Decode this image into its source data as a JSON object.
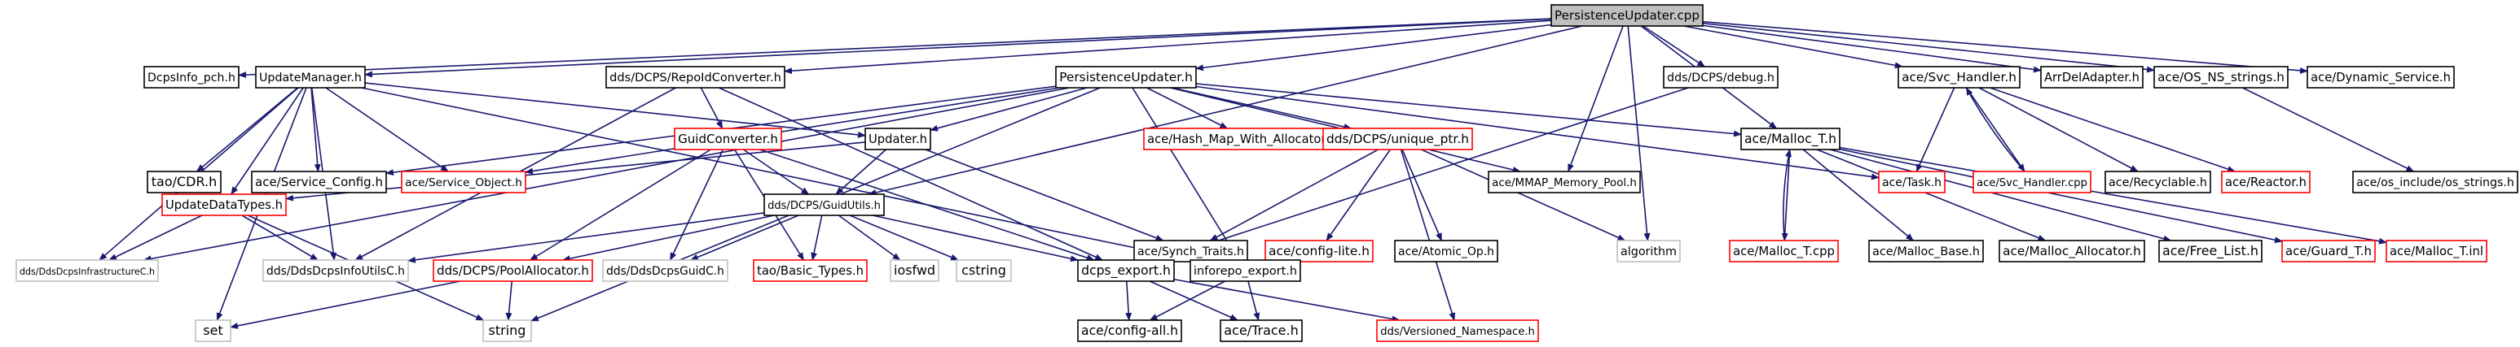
{
  "graph": {
    "colors": {
      "edge": "#191970",
      "root_fill": "#bfbfbf",
      "normal_border": "#000000",
      "documented_border": "#ff0000",
      "missing_border": "#bfbfbf",
      "fill": "#ffffff"
    },
    "nodes": [
      {
        "id": "root",
        "label": "PersistenceUpdater.cpp",
        "style": "root"
      },
      {
        "id": "dcpsinfo_pch",
        "label": "DcpsInfo_pch.h",
        "style": "normal"
      },
      {
        "id": "updatemanager",
        "label": "UpdateManager.h",
        "style": "normal"
      },
      {
        "id": "repoidconverter",
        "label": "dds/DCPS/RepoIdConverter.h",
        "style": "normal"
      },
      {
        "id": "persistenceupdater_h",
        "label": "PersistenceUpdater.h",
        "style": "normal"
      },
      {
        "id": "dcps_debug",
        "label": "dds/DCPS/debug.h",
        "style": "normal"
      },
      {
        "id": "svc_handler",
        "label": "ace/Svc_Handler.h",
        "style": "normal"
      },
      {
        "id": "arrdeladapter",
        "label": "ArrDelAdapter.h",
        "style": "normal"
      },
      {
        "id": "ns_strings",
        "label": "ace/OS_NS_strings.h",
        "style": "normal"
      },
      {
        "id": "dynamic_service",
        "label": "ace/Dynamic_Service.h",
        "style": "normal"
      },
      {
        "id": "tao_cdr",
        "label": "tao/CDR.h",
        "style": "normal"
      },
      {
        "id": "service_config",
        "label": "ace/Service_Config.h",
        "style": "normal"
      },
      {
        "id": "service_object",
        "label": "ace/Service_Object.h",
        "style": "documented"
      },
      {
        "id": "guidconverter",
        "label": "GuidConverter.h",
        "style": "documented"
      },
      {
        "id": "updater_h",
        "label": "Updater.h",
        "style": "normal"
      },
      {
        "id": "hash_map",
        "label": "ace/Hash_Map_With_Allocator_T.h",
        "style": "documented"
      },
      {
        "id": "unique_ptr",
        "label": "dds/DCPS/unique_ptr.h",
        "style": "documented"
      },
      {
        "id": "mmap_pool",
        "label": "ace/MMAP_Memory_Pool.h",
        "style": "normal"
      },
      {
        "id": "malloc_t_h",
        "label": "ace/Malloc_T.h",
        "style": "normal"
      },
      {
        "id": "task_h",
        "label": "ace/Task.h",
        "style": "documented"
      },
      {
        "id": "svc_handler_cpp",
        "label": "ace/Svc_Handler.cpp",
        "style": "documented"
      },
      {
        "id": "recyclable",
        "label": "ace/Recyclable.h",
        "style": "normal"
      },
      {
        "id": "reactor",
        "label": "ace/Reactor.h",
        "style": "documented"
      },
      {
        "id": "os_strings",
        "label": "ace/os_include/os_strings.h",
        "style": "normal"
      },
      {
        "id": "updatedatatypes",
        "label": "UpdateDataTypes.h",
        "style": "documented"
      },
      {
        "id": "dds_infra",
        "label": "dds/DdsDcpsInfrastructureC.h",
        "style": "missing"
      },
      {
        "id": "guidutils",
        "label": "dds/DCPS/GuidUtils.h",
        "style": "normal"
      },
      {
        "id": "synch_traits",
        "label": "ace/Synch_Traits.h",
        "style": "normal"
      },
      {
        "id": "config_lite",
        "label": "ace/config-lite.h",
        "style": "documented"
      },
      {
        "id": "atomic_op",
        "label": "ace/Atomic_Op.h",
        "style": "normal"
      },
      {
        "id": "algorithm",
        "label": "algorithm",
        "style": "missing"
      },
      {
        "id": "malloc_t_cpp",
        "label": "ace/Malloc_T.cpp",
        "style": "documented"
      },
      {
        "id": "malloc_base",
        "label": "ace/Malloc_Base.h",
        "style": "normal"
      },
      {
        "id": "malloc_allocator",
        "label": "ace/Malloc_Allocator.h",
        "style": "normal"
      },
      {
        "id": "free_list",
        "label": "ace/Free_List.h",
        "style": "normal"
      },
      {
        "id": "guard_t",
        "label": "ace/Guard_T.h",
        "style": "documented"
      },
      {
        "id": "malloc_t_inl",
        "label": "ace/Malloc_T.inl",
        "style": "documented"
      },
      {
        "id": "dds_infoutils",
        "label": "dds/DdsDcpsInfoUtilsC.h",
        "style": "missing"
      },
      {
        "id": "poolallocator",
        "label": "dds/DCPS/PoolAllocator.h",
        "style": "documented"
      },
      {
        "id": "dds_guidc",
        "label": "dds/DdsDcpsGuidC.h",
        "style": "missing"
      },
      {
        "id": "basic_types",
        "label": "tao/Basic_Types.h",
        "style": "documented"
      },
      {
        "id": "iosfwd",
        "label": "iosfwd",
        "style": "missing"
      },
      {
        "id": "cstring",
        "label": "cstring",
        "style": "missing"
      },
      {
        "id": "dcps_export",
        "label": "dcps_export.h",
        "style": "normal"
      },
      {
        "id": "inforepo_export",
        "label": "inforepo_export.h",
        "style": "normal"
      },
      {
        "id": "set",
        "label": "set",
        "style": "missing"
      },
      {
        "id": "string",
        "label": "string",
        "style": "missing"
      },
      {
        "id": "config_all",
        "label": "ace/config-all.h",
        "style": "normal"
      },
      {
        "id": "trace",
        "label": "ace/Trace.h",
        "style": "normal"
      },
      {
        "id": "versioned_ns",
        "label": "dds/Versioned_Namespace.h",
        "style": "documented"
      }
    ],
    "edges": [
      [
        "root",
        "dcpsinfo_pch"
      ],
      [
        "root",
        "updatemanager"
      ],
      [
        "root",
        "repoidconverter"
      ],
      [
        "root",
        "persistenceupdater_h"
      ],
      [
        "root",
        "dcps_debug"
      ],
      [
        "root",
        "svc_handler"
      ],
      [
        "root",
        "arrdeladapter"
      ],
      [
        "root",
        "ns_strings"
      ],
      [
        "root",
        "dynamic_service"
      ],
      [
        "root",
        "mmap_pool"
      ],
      [
        "root",
        "malloc_t_h"
      ],
      [
        "root",
        "algorithm"
      ],
      [
        "root",
        "guidutils"
      ],
      [
        "updatemanager",
        "tao_cdr"
      ],
      [
        "updatemanager",
        "service_config"
      ],
      [
        "updatemanager",
        "service_object"
      ],
      [
        "updatemanager",
        "updater_h"
      ],
      [
        "updatemanager",
        "updatedatatypes"
      ],
      [
        "updatemanager",
        "dds_infra"
      ],
      [
        "updatemanager",
        "dds_infoutils"
      ],
      [
        "updatemanager",
        "set"
      ],
      [
        "updatemanager",
        "inforepo_export"
      ],
      [
        "repoidconverter",
        "guidconverter"
      ],
      [
        "repoidconverter",
        "dds_infoutils"
      ],
      [
        "repoidconverter",
        "dcps_export"
      ],
      [
        "persistenceupdater_h",
        "service_config"
      ],
      [
        "persistenceupdater_h",
        "service_object"
      ],
      [
        "persistenceupdater_h",
        "updater_h"
      ],
      [
        "persistenceupdater_h",
        "hash_map"
      ],
      [
        "persistenceupdater_h",
        "unique_ptr"
      ],
      [
        "persistenceupdater_h",
        "mmap_pool"
      ],
      [
        "persistenceupdater_h",
        "malloc_t_h"
      ],
      [
        "persistenceupdater_h",
        "task_h"
      ],
      [
        "persistenceupdater_h",
        "inforepo_export"
      ],
      [
        "persistenceupdater_h",
        "dds_infra"
      ],
      [
        "persistenceupdater_h",
        "string"
      ],
      [
        "dcps_debug",
        "dcps_export"
      ],
      [
        "svc_handler",
        "task_h"
      ],
      [
        "svc_handler",
        "svc_handler_cpp"
      ],
      [
        "svc_handler",
        "recyclable"
      ],
      [
        "svc_handler",
        "reactor"
      ],
      [
        "svc_handler_cpp",
        "svc_handler"
      ],
      [
        "ns_strings",
        "os_strings"
      ],
      [
        "guidconverter",
        "guidutils"
      ],
      [
        "guidconverter",
        "dcps_export"
      ],
      [
        "guidconverter",
        "poolallocator"
      ],
      [
        "guidconverter",
        "dds_guidc"
      ],
      [
        "guidconverter",
        "basic_types"
      ],
      [
        "updater_h",
        "updatedatatypes"
      ],
      [
        "updater_h",
        "synch_traits"
      ],
      [
        "updater_h",
        "guidutils"
      ],
      [
        "unique_ptr",
        "config_lite"
      ],
      [
        "unique_ptr",
        "atomic_op"
      ],
      [
        "unique_ptr",
        "algorithm"
      ],
      [
        "unique_ptr",
        "versioned_ns"
      ],
      [
        "unique_ptr",
        "synch_traits"
      ],
      [
        "malloc_t_h",
        "malloc_t_cpp"
      ],
      [
        "malloc_t_cpp",
        "malloc_t_h"
      ],
      [
        "malloc_t_h",
        "malloc_base"
      ],
      [
        "malloc_t_h",
        "malloc_allocator"
      ],
      [
        "malloc_t_h",
        "free_list"
      ],
      [
        "malloc_t_h",
        "guard_t"
      ],
      [
        "malloc_t_h",
        "malloc_t_inl"
      ],
      [
        "updatedatatypes",
        "dds_infra"
      ],
      [
        "updatedatatypes",
        "dds_infoutils"
      ],
      [
        "updatedatatypes",
        "string"
      ],
      [
        "guidutils",
        "dds_infoutils"
      ],
      [
        "guidutils",
        "poolallocator"
      ],
      [
        "guidutils",
        "dds_guidc"
      ],
      [
        "guidutils",
        "basic_types"
      ],
      [
        "guidutils",
        "iosfwd"
      ],
      [
        "guidutils",
        "cstring"
      ],
      [
        "guidutils",
        "dcps_export"
      ],
      [
        "poolallocator",
        "set"
      ],
      [
        "poolallocator",
        "string"
      ],
      [
        "dcps_export",
        "config_all"
      ],
      [
        "dcps_export",
        "trace"
      ],
      [
        "dcps_export",
        "versioned_ns"
      ],
      [
        "inforepo_export",
        "config_all"
      ],
      [
        "inforepo_export",
        "trace"
      ]
    ]
  }
}
